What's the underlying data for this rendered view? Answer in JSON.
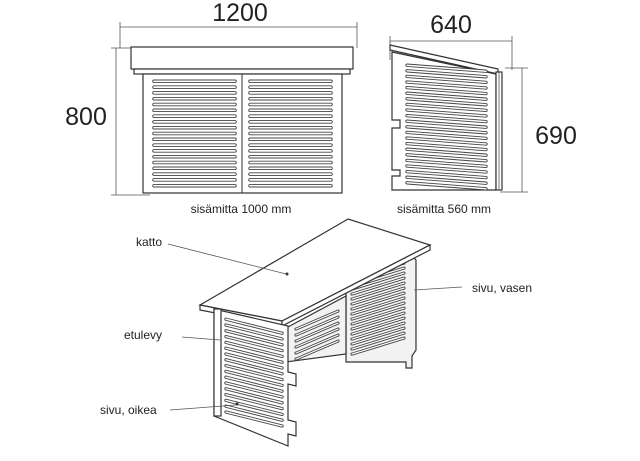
{
  "front_view": {
    "width_dimension": "1200",
    "height_dimension": "800",
    "inner_width_label": "sisämitta 1000 mm"
  },
  "side_view": {
    "width_dimension": "640",
    "height_dimension": "690",
    "inner_width_label": "sisämitta 560 mm"
  },
  "assembly_callouts": {
    "roof": "katto",
    "front_panel": "etulevy",
    "side_right": "sivu, oikea",
    "side_left": "sivu, vasen"
  },
  "colors": {
    "line": "#333333",
    "background": "#ffffff"
  }
}
